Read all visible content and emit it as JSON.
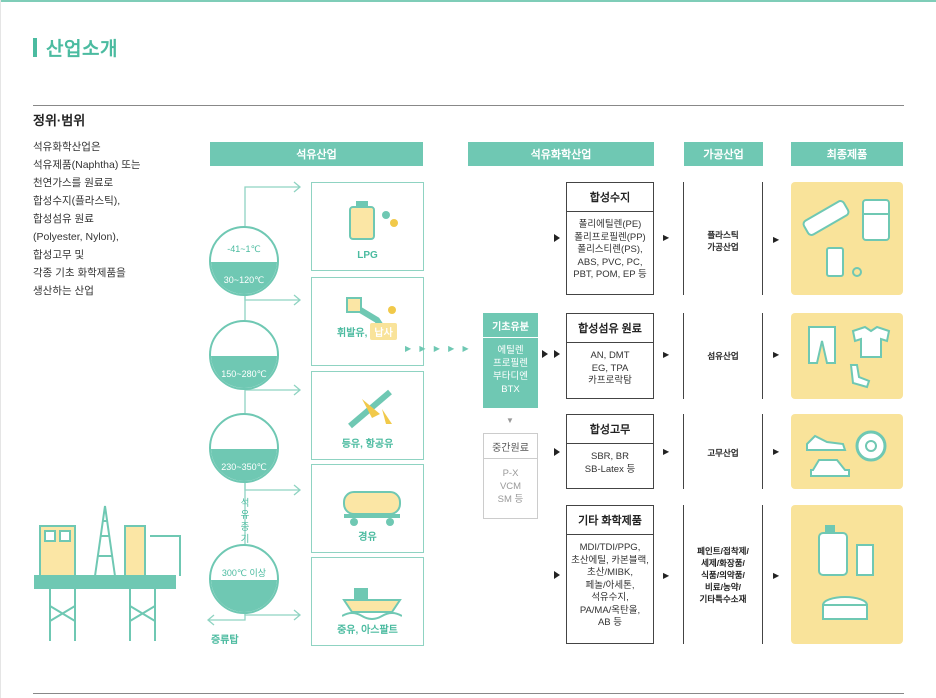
{
  "page": {
    "title": "산업소개"
  },
  "section": {
    "title": "정위·범위"
  },
  "description": [
    "석유화학산업은",
    "석유제품(Naphtha) 또는",
    "천연가스를 원료로",
    "합성수지(플라스틱),",
    "합성섬유 원료",
    "(Polyester, Nylon),",
    "합성고무 및",
    "각종 기초 화학제품을",
    "생산하는 산업"
  ],
  "headers": {
    "petroleum": "석유산업",
    "petrochemical": "석유화학산업",
    "processing": "가공산업",
    "final": "최종제품"
  },
  "temps": [
    {
      "top": "-41~1℃",
      "bottom": "30~120℃"
    },
    {
      "top": "",
      "bottom": "150~280℃"
    },
    {
      "top": "",
      "bottom": "230~350℃"
    },
    {
      "top": "",
      "bottom": "300℃ 이상"
    }
  ],
  "tower": {
    "label": "증류탑",
    "vapor": [
      "석",
      "유",
      "증",
      "기"
    ]
  },
  "products": {
    "lpg": "LPG",
    "gasoline_prefix": "휘발유,",
    "naphtha": "납사",
    "kerosene": "등유, 항공유",
    "diesel": "경유",
    "heavy": "중유, 아스팔트"
  },
  "basic": {
    "title": "기초유분",
    "items": [
      "에틸렌",
      "프로필렌",
      "부타디엔",
      "BTX"
    ]
  },
  "intermediate": {
    "title": "중간원료",
    "items": [
      "P-X",
      "VCM",
      "SM 등"
    ]
  },
  "chemicals": [
    {
      "title": "합성수지",
      "items": [
        "폴리에틸렌(PE)",
        "폴리프로필렌(PP)",
        "폴리스티렌(PS),",
        "ABS, PVC, PC,",
        "PBT, POM, EP 등"
      ]
    },
    {
      "title": "합성섬유 원료",
      "items": [
        "AN, DMT",
        "EG, TPA",
        "카프로락탐"
      ]
    },
    {
      "title": "합성고무",
      "items": [
        "SBR, BR",
        "SB-Latex 등"
      ]
    },
    {
      "title": "기타 화학제품",
      "items": [
        "MDI/TDI/PPG,",
        "초산에틸, 카본블랙,",
        "초산/MIBK,",
        "페놀/아세톤,",
        "석유수지,",
        "PA/MA/옥탄올,",
        "AB 등"
      ]
    }
  ],
  "processing": [
    {
      "lines": [
        "플라스틱",
        "가공산업"
      ]
    },
    {
      "lines": [
        "섬유산업"
      ]
    },
    {
      "lines": [
        "고무산업"
      ]
    },
    {
      "lines": [
        "페인트/접착제/",
        "세제/화장품/",
        "식품/의약품/",
        "비료/농약/",
        "기타특수소재"
      ]
    }
  ],
  "colors": {
    "accent": "#6fc8b3",
    "accent_dark": "#4bbba0",
    "yellow": "#f9e39a"
  },
  "icons": [
    "oil-can-icon",
    "fuel-nozzle-icon",
    "airplane-icon",
    "tanker-car-icon",
    "ship-icon",
    "power-strip-icon",
    "refrigerator-icon",
    "phone-charger-icon",
    "pants-icon",
    "tshirt-icon",
    "sock-icon",
    "sneaker-icon",
    "tire-icon",
    "car-icon",
    "detergent-bottle-icon",
    "cosmetic-jar-icon",
    "oil-platform-icon"
  ]
}
